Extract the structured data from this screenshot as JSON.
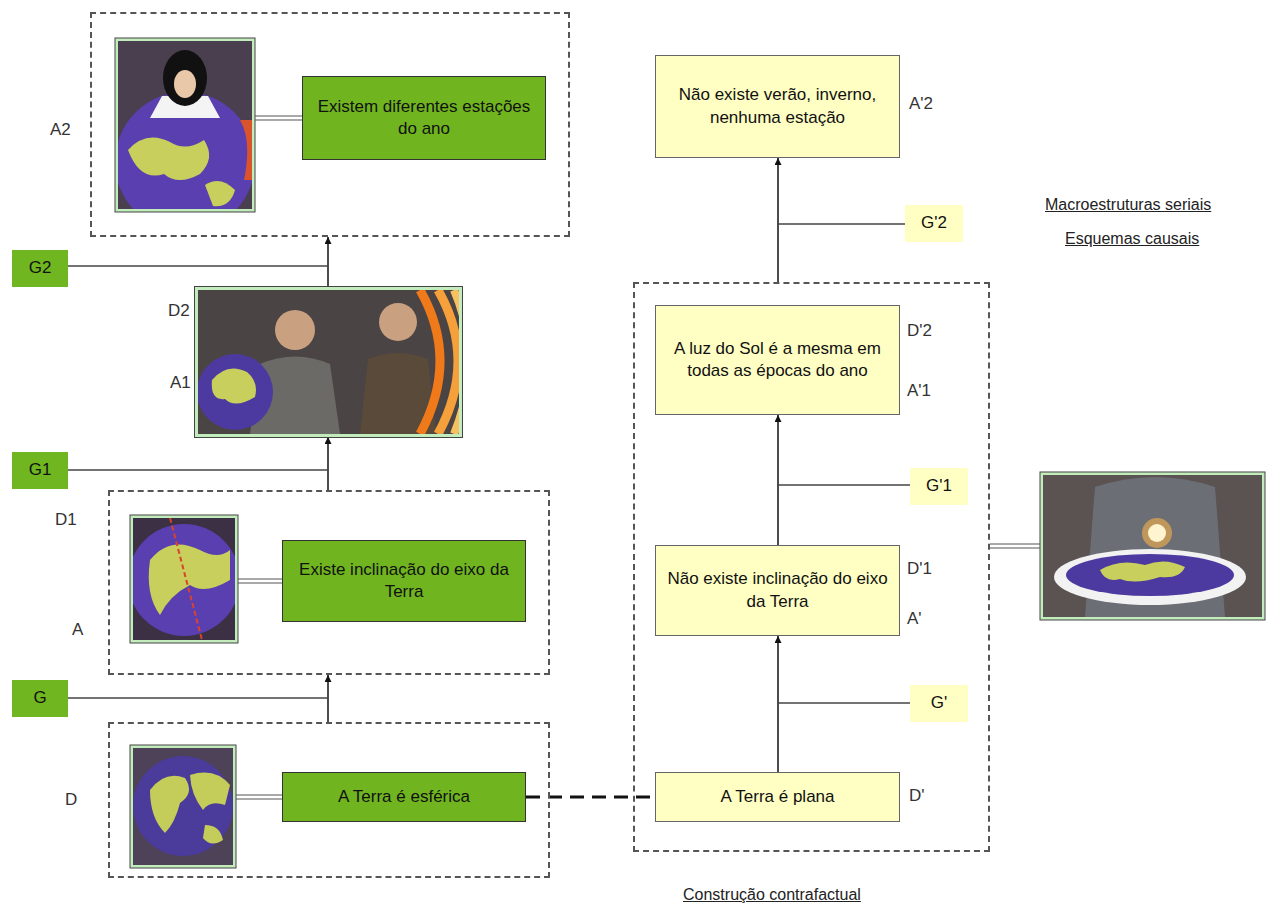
{
  "diagram": {
    "nodes": [
      {
        "text": [
          "A2"
        ]
      },
      {
        "text": [
          "Existem diferentes estações do ano"
        ],
        "in": 0
      },
      {
        "text": [
          "G2"
        ]
      },
      {
        "text": [
          "D2",
          "A1"
        ]
      },
      {
        "text": [
          "G1"
        ]
      },
      {
        "text": [
          "D1",
          "A"
        ]
      },
      {
        "text": [
          "Existe inclinação do eixo da Terra"
        ],
        "in": 5
      },
      {
        "text": [
          "G"
        ]
      },
      {
        "text": [
          "D"
        ]
      },
      {
        "text": [
          "A Terra é esférica"
        ],
        "in": 8
      },
      {
        "text": [
          "Não existe verão, inverno, nenhuma estação",
          "A'2"
        ]
      },
      {
        "text": [
          "G'2"
        ]
      },
      {
        "text": [
          "Construção contrafactual"
        ]
      },
      {
        "text": [
          "A luz do Sol é a mesma em todas as épocas do ano",
          "D'2",
          "A'1"
        ],
        "in": 12
      },
      {
        "text": [
          "G'1"
        ],
        "in": 12
      },
      {
        "text": [
          "Não existe inclinação do eixo da Terra",
          "D'1",
          "A'"
        ],
        "in": 12
      },
      {
        "text": [
          "G'"
        ],
        "in": 12
      },
      {
        "text": [
          "A Terra é plana",
          "D'"
        ],
        "in": 12
      }
    ],
    "edges": [
      {
        "from": 8,
        "to": 5,
        "arrow": "to"
      },
      {
        "from": 5,
        "to": 3,
        "arrow": "to"
      },
      {
        "from": 3,
        "to": 0,
        "arrow": "to"
      },
      {
        "from": 17,
        "to": 15,
        "arrow": "to"
      },
      {
        "from": 15,
        "to": 13,
        "arrow": "to"
      },
      {
        "from": 12,
        "to": 10,
        "arrow": "to"
      },
      {
        "from": 9,
        "to": 17,
        "arrow": "none"
      }
    ],
    "labels": [
      "Macroestruturas seriais",
      "Esquemas causais"
    ]
  }
}
